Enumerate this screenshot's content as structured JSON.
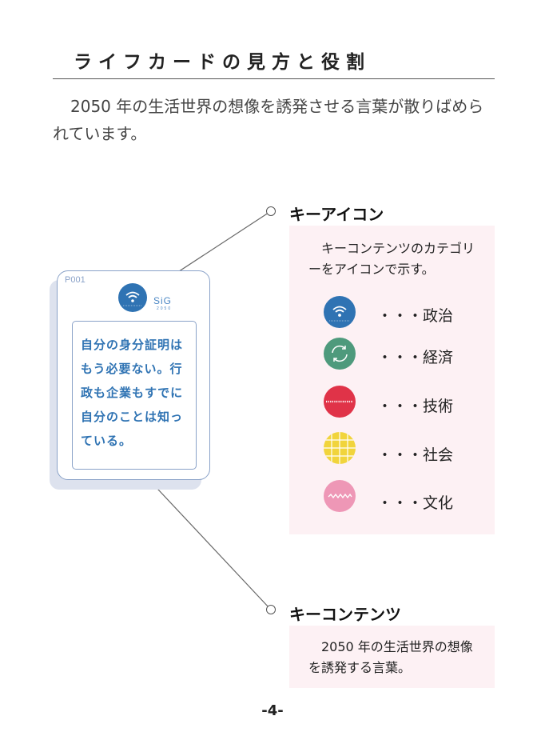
{
  "title": "ライフカードの見方と役割",
  "intro": "2050 年の生活世界の想像を誘発させる言葉が散りばめられています。",
  "card": {
    "id": "P001",
    "logo": "SiG",
    "logo_sub": "2050",
    "text": "自分の身分証明はもう必要ない。行政も企業もすでに自分のことは知っている。"
  },
  "key_icon": {
    "heading": "キーアイコン",
    "description": "キーコンテンツのカテゴリーをアイコンで示す。",
    "categories": [
      {
        "label": "・・・政治",
        "icon": "wifi-icon",
        "color": "#2f73b3"
      },
      {
        "label": "・・・経済",
        "icon": "cycle-arrows-icon",
        "color": "#4e9a7c"
      },
      {
        "label": "・・・技術",
        "icon": "binary-band-icon",
        "color": "#e03348"
      },
      {
        "label": "・・・社会",
        "icon": "grid-icon",
        "color": "#f1d43c"
      },
      {
        "label": "・・・文化",
        "icon": "zigzag-wave-icon",
        "color": "#ee97b6"
      }
    ]
  },
  "key_contents": {
    "heading": "キーコンテンツ",
    "description": "2050 年の生活世界の想像を誘発する言葉。"
  },
  "page_number": "-4-"
}
